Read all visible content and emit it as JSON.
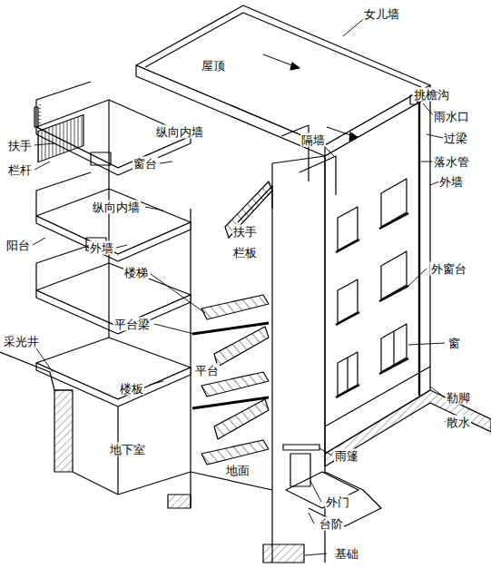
{
  "diagram": {
    "labels": [
      "女儿墙",
      "屋顶",
      "挑檐沟",
      "雨水口",
      "扶手",
      "隔墙",
      "过梁",
      "栏杆",
      "窗台",
      "纵向内墙",
      "落水管",
      "外墙",
      "纵向内墙",
      "扶手",
      "栏板",
      "阳台",
      "外墙",
      "外窗台",
      "楼梯",
      "平台梁",
      "窗",
      "采光井",
      "平台",
      "勒脚",
      "楼板",
      "散水",
      "地下室",
      "地面",
      "雨篷",
      "外门",
      "台阶",
      "基础"
    ]
  }
}
